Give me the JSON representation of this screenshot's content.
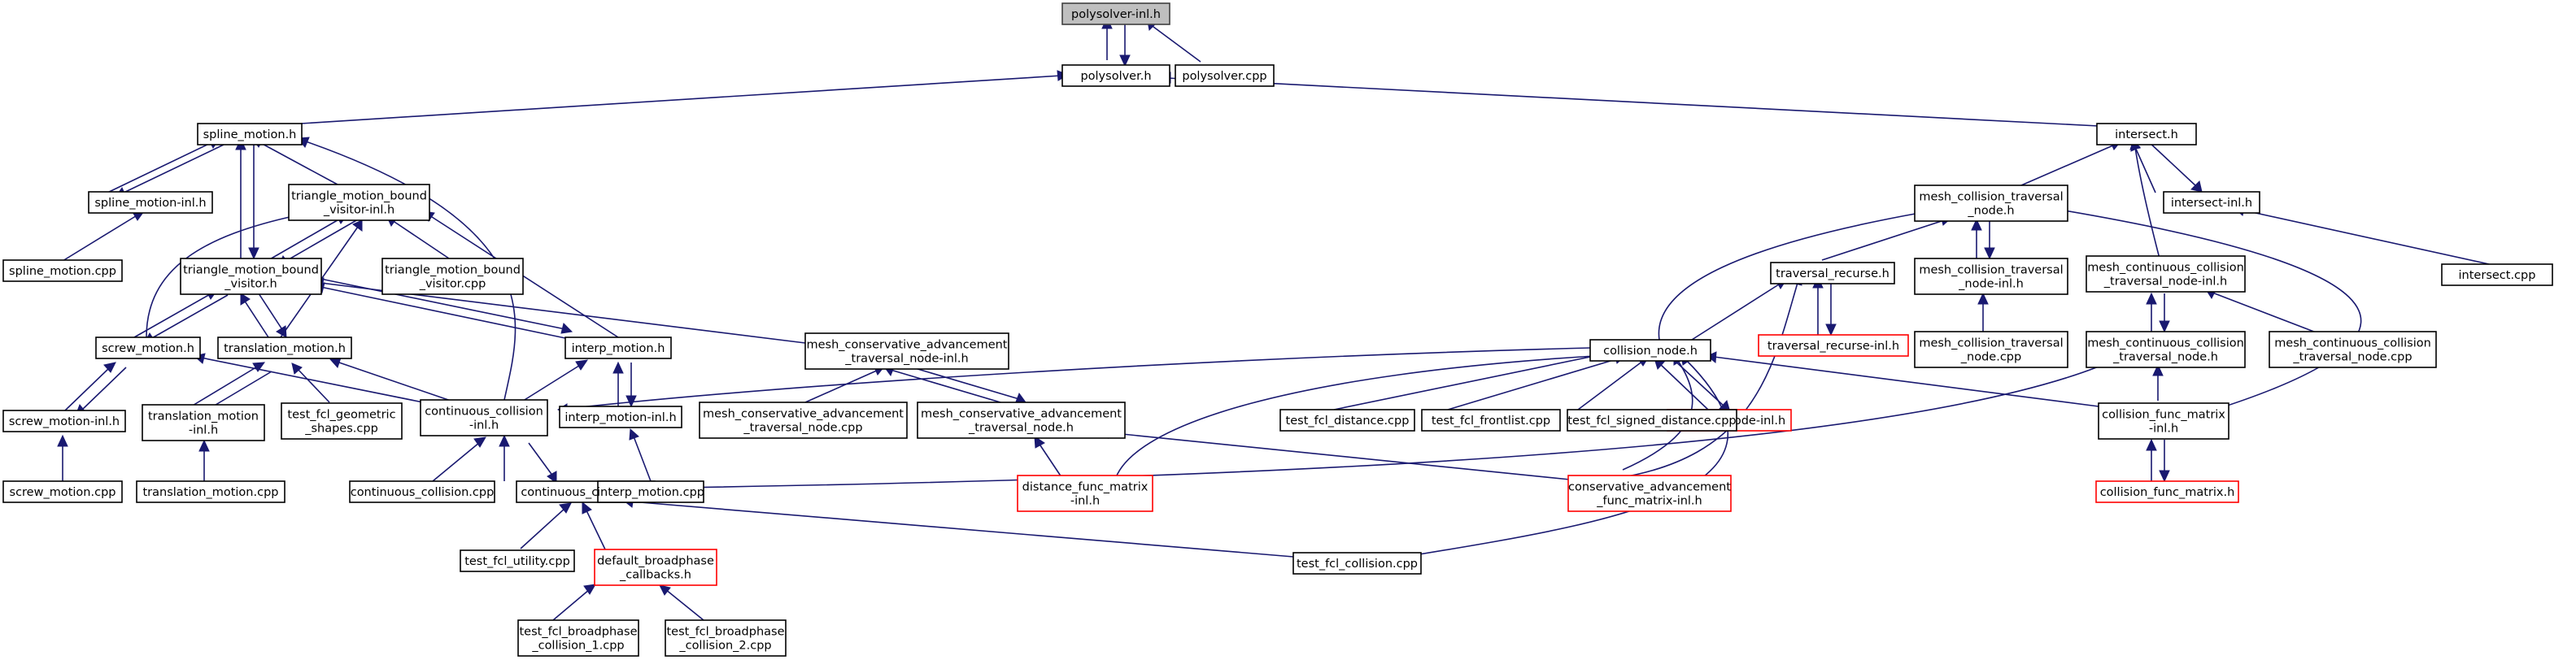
{
  "graph": {
    "edge_color": "#191970",
    "nodes": [
      {
        "id": "n_poly_inl",
        "lines": [
          "polysolver-inl.h"
        ],
        "style": "root"
      },
      {
        "id": "n_poly",
        "lines": [
          "polysolver.h"
        ]
      },
      {
        "id": "n_poly_cpp",
        "lines": [
          "polysolver.cpp"
        ]
      },
      {
        "id": "n_spline",
        "lines": [
          "spline_motion.h"
        ]
      },
      {
        "id": "n_intersect",
        "lines": [
          "intersect.h"
        ]
      },
      {
        "id": "n_spline_inl",
        "lines": [
          "spline_motion-inl.h"
        ]
      },
      {
        "id": "n_spline_cpp",
        "lines": [
          "spline_motion.cpp"
        ]
      },
      {
        "id": "n_tmbv_inl",
        "lines": [
          "triangle_motion_bound",
          "_visitor-inl.h"
        ]
      },
      {
        "id": "n_tmbv",
        "lines": [
          "triangle_motion_bound",
          "_visitor.h"
        ]
      },
      {
        "id": "n_tmbv_cpp",
        "lines": [
          "triangle_motion_bound",
          "_visitor.cpp"
        ]
      },
      {
        "id": "n_screw",
        "lines": [
          "screw_motion.h"
        ]
      },
      {
        "id": "n_screw_inl",
        "lines": [
          "screw_motion-inl.h"
        ]
      },
      {
        "id": "n_screw_cpp",
        "lines": [
          "screw_motion.cpp"
        ]
      },
      {
        "id": "n_trans",
        "lines": [
          "translation_motion.h"
        ]
      },
      {
        "id": "n_trans_inl",
        "lines": [
          "translation_motion",
          "-inl.h"
        ]
      },
      {
        "id": "n_trans_cpp",
        "lines": [
          "translation_motion.cpp"
        ]
      },
      {
        "id": "n_geom",
        "lines": [
          "test_fcl_geometric",
          "_shapes.cpp"
        ]
      },
      {
        "id": "n_cc_inl",
        "lines": [
          "continuous_collision",
          "-inl.h"
        ]
      },
      {
        "id": "n_cc_cpp",
        "lines": [
          "continuous_collision.cpp"
        ]
      },
      {
        "id": "n_cc",
        "lines": [
          "continuous_collision.h"
        ]
      },
      {
        "id": "n_interp",
        "lines": [
          "interp_motion.h"
        ]
      },
      {
        "id": "n_interp_inl",
        "lines": [
          "interp_motion-inl.h"
        ]
      },
      {
        "id": "n_interp_cpp",
        "lines": [
          "interp_motion.cpp"
        ]
      },
      {
        "id": "n_mcatn_inl",
        "lines": [
          "mesh_conservative_advancement",
          "_traversal_node-inl.h"
        ]
      },
      {
        "id": "n_mcatn_cpp",
        "lines": [
          "mesh_conservative_advancement",
          "_traversal_node.cpp"
        ]
      },
      {
        "id": "n_mcatn",
        "lines": [
          "mesh_conservative_advancement",
          "_traversal_node.h"
        ]
      },
      {
        "id": "n_dfm",
        "lines": [
          "distance_func_matrix",
          "-inl.h"
        ],
        "style": "red"
      },
      {
        "id": "n_util",
        "lines": [
          "test_fcl_utility.cpp"
        ]
      },
      {
        "id": "n_dbc",
        "lines": [
          "default_broadphase",
          "_callbacks.h"
        ],
        "style": "red"
      },
      {
        "id": "n_bp1",
        "lines": [
          "test_fcl_broadphase",
          "_collision_1.cpp"
        ]
      },
      {
        "id": "n_bp2",
        "lines": [
          "test_fcl_broadphase",
          "_collision_2.cpp"
        ]
      },
      {
        "id": "n_coll_cpp",
        "lines": [
          "test_fcl_collision.cpp"
        ]
      },
      {
        "id": "n_mctn",
        "lines": [
          "mesh_collision_traversal",
          "_node.h"
        ]
      },
      {
        "id": "n_isect_inl",
        "lines": [
          "intersect-inl.h"
        ]
      },
      {
        "id": "n_isect_cpp",
        "lines": [
          "intersect.cpp"
        ]
      },
      {
        "id": "n_trav",
        "lines": [
          "traversal_recurse.h"
        ]
      },
      {
        "id": "n_trav_inl",
        "lines": [
          "traversal_recurse-inl.h"
        ],
        "style": "red"
      },
      {
        "id": "n_mctn_inl",
        "lines": [
          "mesh_collision_traversal",
          "_node-inl.h"
        ]
      },
      {
        "id": "n_mctn_cpp",
        "lines": [
          "mesh_collision_traversal",
          "_node.cpp"
        ]
      },
      {
        "id": "n_mcctn_inl",
        "lines": [
          "mesh_continuous_collision",
          "_traversal_node-inl.h"
        ]
      },
      {
        "id": "n_mcctn",
        "lines": [
          "mesh_continuous_collision",
          "_traversal_node.h"
        ]
      },
      {
        "id": "n_mcctn_cpp",
        "lines": [
          "mesh_continuous_collision",
          "_traversal_node.cpp"
        ]
      },
      {
        "id": "n_cn",
        "lines": [
          "collision_node.h"
        ]
      },
      {
        "id": "n_cn_inl",
        "lines": [
          "collision_node-inl.h"
        ],
        "style": "red"
      },
      {
        "id": "n_dist_cpp",
        "lines": [
          "test_fcl_distance.cpp"
        ]
      },
      {
        "id": "n_front_cpp",
        "lines": [
          "test_fcl_frontlist.cpp"
        ]
      },
      {
        "id": "n_sd_cpp",
        "lines": [
          "test_fcl_signed_distance.cpp"
        ]
      },
      {
        "id": "n_cfm_inl",
        "lines": [
          "collision_func_matrix",
          "-inl.h"
        ]
      },
      {
        "id": "n_cfm",
        "lines": [
          "collision_func_matrix.h"
        ],
        "style": "red"
      },
      {
        "id": "n_cafm",
        "lines": [
          "conservative_advancement",
          "_func_matrix-inl.h"
        ],
        "style": "red"
      }
    ]
  }
}
